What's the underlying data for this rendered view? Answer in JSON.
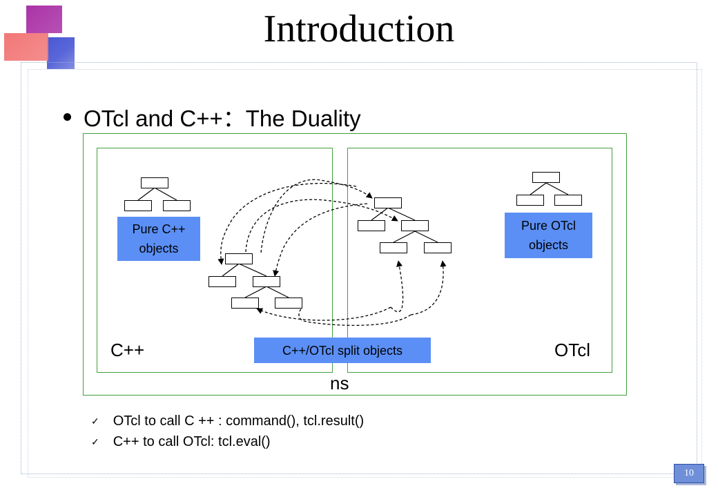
{
  "slide": {
    "title": "Introduction",
    "bullet": "OTcl and C++：The Duality",
    "page_number": "10"
  },
  "diagram": {
    "outer_label": "ns",
    "left_label": "C++",
    "right_label": "OTcl",
    "pure_cpp_label": "Pure C++\nobjects",
    "pure_otcl_label": "Pure OTcl\nobjects",
    "split_label": "C++/OTcl split objects"
  },
  "notes": {
    "items": [
      "OTcl to call C ++ : command(), tcl.result()",
      "C++ to call OTcl: tcl.eval()"
    ],
    "check_icon": "checkmark-icon"
  },
  "colors": {
    "frame_green": "#3f9f3f",
    "label_blue": "#5b8ff5",
    "logo_magenta": "#a0199c",
    "logo_red": "#f05a5a",
    "logo_blue": "#2233cc"
  }
}
